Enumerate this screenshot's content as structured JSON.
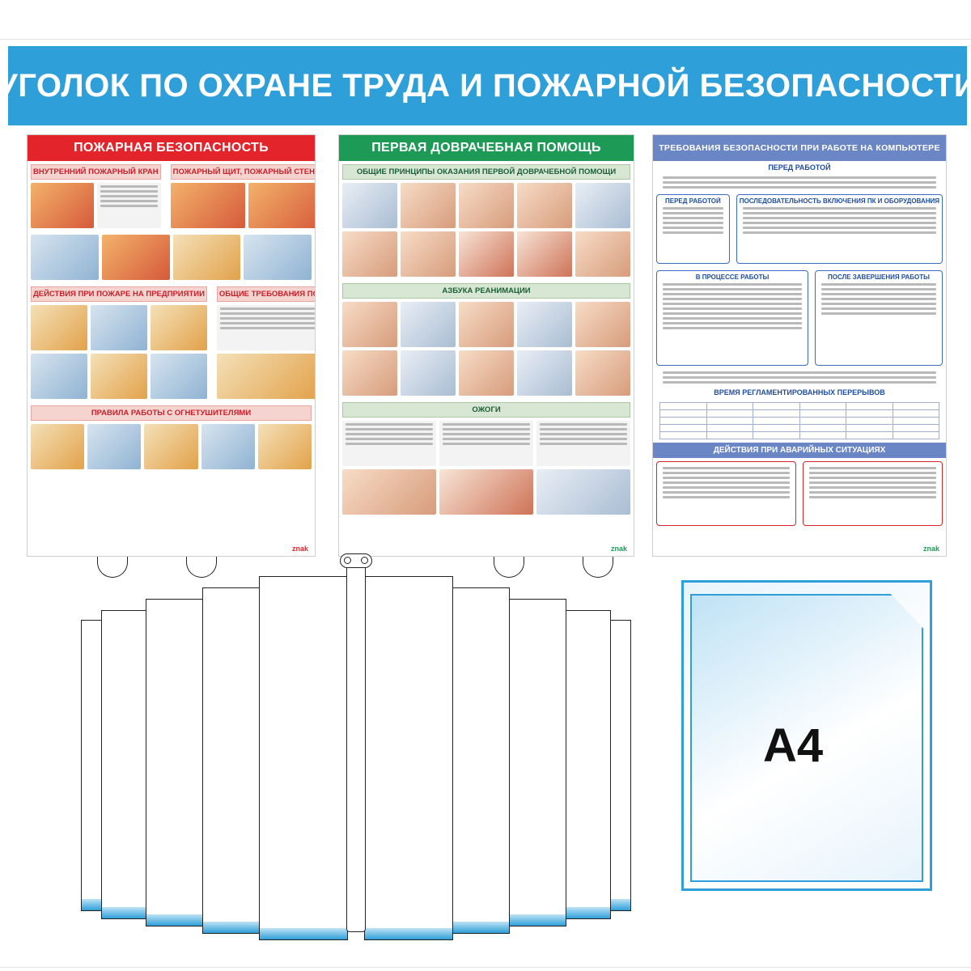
{
  "header": {
    "title": "УГОЛОК ПО ОХРАНЕ ТРУДА И ПОЖАРНОЙ БЕЗОПАСНОСТИ"
  },
  "posters": {
    "fire": {
      "title": "ПОЖАРНАЯ БЕЗОПАСНОСТЬ",
      "sections": [
        "ВНУТРЕННИЙ ПОЖАРНЫЙ КРАН",
        "ПОЖАРНЫЙ ЩИТ, ПОЖАРНЫЙ СТЕНД",
        "ДЕЙСТВИЯ ПРИ ПОЖАРЕ НА ПРЕДПРИЯТИИ",
        "ОБЩИЕ ТРЕБОВАНИЯ ПОЖАРНОЙ БЕЗОПАСНОСТИ",
        "ПРАВИЛА РАБОТЫ С ОГНЕТУШИТЕЛЯМИ"
      ],
      "brand": "znak"
    },
    "aid": {
      "title": "ПЕРВАЯ ДОВРАЧЕБНАЯ ПОМОЩЬ",
      "sections": [
        "ОБЩИЕ ПРИНЦИПЫ ОКАЗАНИЯ ПЕРВОЙ ДОВРАЧЕБНОЙ ПОМОЩИ",
        "АЗБУКА РЕАНИМАЦИИ",
        "ОЖОГИ"
      ],
      "brand": "znak"
    },
    "pc": {
      "title": "ТРЕБОВАНИЯ БЕЗОПАСНОСТИ ПРИ РАБОТЕ НА КОМПЬЮТЕРЕ",
      "sections": [
        "ПЕРЕД РАБОТОЙ",
        "ПОСЛЕДОВАТЕЛЬНОСТЬ ВКЛЮЧЕНИЯ ПК И ОБОРУДОВАНИЯ",
        "В ПРОЦЕССЕ РАБОТЫ",
        "ПОСЛЕ ЗАВЕРШЕНИЯ РАБОТЫ",
        "ВРЕМЯ РЕГЛАМЕНТИРОВАННЫХ ПЕРЕРЫВОВ",
        "ДЕЙСТВИЯ ПРИ АВАРИЙНЫХ СИТУАЦИЯХ"
      ],
      "brand": "znak"
    }
  },
  "pocket": {
    "label": "А4"
  },
  "colors": {
    "header": "#2e9fd8",
    "fire": "#e3242b",
    "aid": "#1e9a57",
    "pc": "#6b86c4"
  }
}
